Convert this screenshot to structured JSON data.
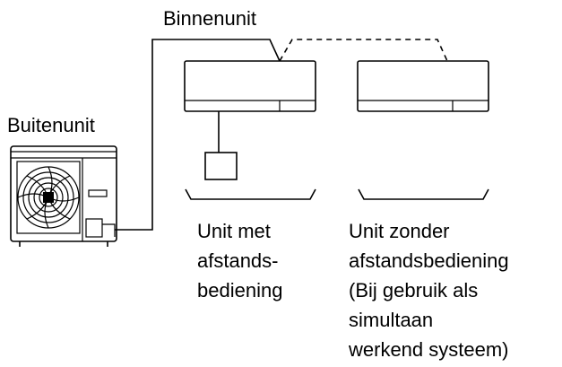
{
  "labels": {
    "indoor_unit": "Binnenunit",
    "outdoor_unit": "Buitenunit",
    "unit_with_remote": [
      "Unit met",
      "afstands-",
      "bediening"
    ],
    "unit_without_remote": [
      "Unit zonder",
      "afstandsbediening",
      "(Bij gebruik als",
      "simultaan",
      "werkend systeem)"
    ]
  }
}
